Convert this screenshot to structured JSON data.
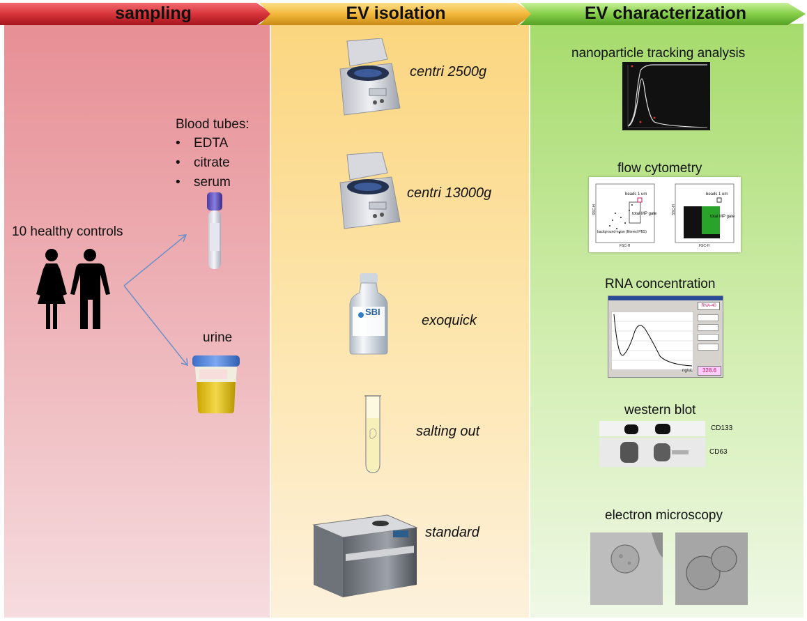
{
  "banners": {
    "sampling": "sampling",
    "isolation": "EV isolation",
    "characterization": "EV characterization"
  },
  "sampling": {
    "subjects": "10 healthy controls",
    "blood_title": "Blood tubes:",
    "blood_items": [
      "EDTA",
      "citrate",
      "serum"
    ],
    "urine": "urine"
  },
  "isolation": {
    "methods": [
      "centri 2500g",
      "centri 13000g",
      "exoquick",
      "salting out",
      "standard"
    ],
    "exoquick_bottle_text": "SBI"
  },
  "characterization": {
    "methods": [
      "nanoparticle tracking analysis",
      "flow cytometry",
      "RNA concentration",
      "western blot",
      "electron microscopy"
    ],
    "flow_gate_labels": [
      "beads 1 um",
      "total MP gate",
      "background-noise (filtered PBS)"
    ],
    "flow_axis_labels": {
      "x": "FSC-H",
      "y": "SSC-H"
    },
    "rna_sample": "RNA-40",
    "rna_value": "328.6",
    "rna_unit": "ng/uL",
    "western_markers": [
      "CD133",
      "CD63"
    ]
  },
  "colors": {
    "sampling": "#e78f95",
    "isolation": "#fbd680",
    "characterization": "#a6db6c",
    "banner_red": "#c8262e",
    "banner_yellow": "#f0b43a",
    "banner_green": "#7cc440",
    "arrow": "#6b8fc9"
  }
}
